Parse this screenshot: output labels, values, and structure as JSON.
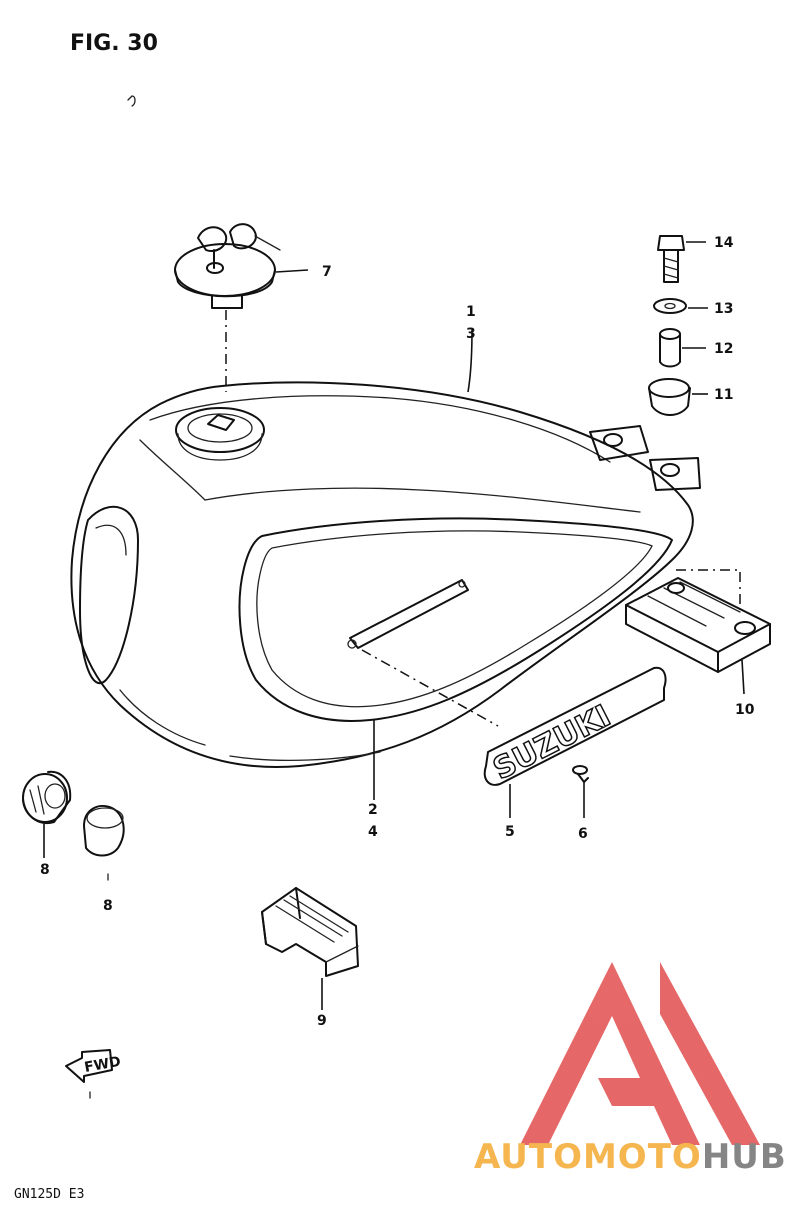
{
  "figure": {
    "title": "FIG. 30",
    "model": "GN125D E3"
  },
  "brand": {
    "name_part1": "AUTOMOTO",
    "name_part2": "HUB",
    "color_orange": "#f5b041",
    "color_red": "#e45b5b",
    "color_gray": "#7b7b7b"
  },
  "emblem": {
    "text": "SUZUKI"
  },
  "fwd_arrow": {
    "text": "FWD"
  },
  "callouts": [
    {
      "id": "p1",
      "number": "1"
    },
    {
      "id": "p3",
      "number": "3"
    },
    {
      "id": "p2",
      "number": "2"
    },
    {
      "id": "p4",
      "number": "4"
    },
    {
      "id": "p5",
      "number": "5"
    },
    {
      "id": "p6",
      "number": "6"
    },
    {
      "id": "p7",
      "number": "7"
    },
    {
      "id": "p8a",
      "number": "8"
    },
    {
      "id": "p8b",
      "number": "8"
    },
    {
      "id": "p9",
      "number": "9"
    },
    {
      "id": "p10",
      "number": "10"
    },
    {
      "id": "p11",
      "number": "11"
    },
    {
      "id": "p12",
      "number": "12"
    },
    {
      "id": "p13",
      "number": "13"
    },
    {
      "id": "p14",
      "number": "14"
    }
  ]
}
